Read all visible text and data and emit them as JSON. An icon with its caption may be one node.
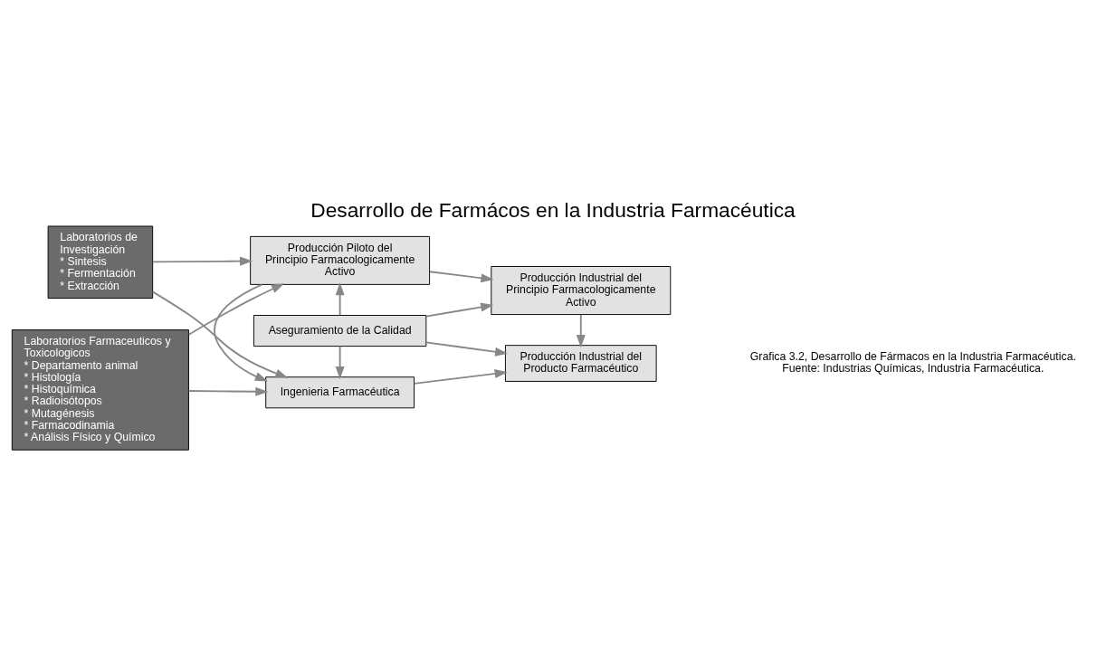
{
  "diagram": {
    "title": "Desarrollo de Farmácos en la Industria Farmacéutica",
    "caption": "Grafica 3.2, Desarrollo de Fármacos en la Industria Farmacéutica. Fuente: Industrias Químicas, Industria Farmacéutica.",
    "nodes": [
      {
        "text": [
          "Laboratorios de Investigación",
          "* Sintesis",
          "* Fermentación",
          "* Extracción"
        ]
      },
      {
        "text": [
          "Laboratorios Farmaceuticos y Toxicologicos",
          "* Departamento animal",
          "* Histología",
          "* Histoquímica",
          "* Radioisótopos",
          "* Mutagénesis",
          "* Farmacodinamia",
          "* Análisis Físico y Químico"
        ]
      },
      {
        "text": [
          "Producción Piloto del Principio Farmacologicamente Activo"
        ]
      },
      {
        "text": [
          "Producción Industrial del Principio Farmacologicamente Activo"
        ]
      },
      {
        "text": [
          "Aseguramiento de la Calidad"
        ]
      },
      {
        "text": [
          "Ingenieria Farmacéutica"
        ]
      },
      {
        "text": [
          "Producción Industrial del Producto Farmacéutico"
        ]
      }
    ],
    "edges": [
      {
        "from": 0,
        "to": 2,
        "arrow": "to"
      },
      {
        "from": 0,
        "to": 5,
        "arrow": "to"
      },
      {
        "from": 1,
        "to": 2,
        "arrow": "to"
      },
      {
        "from": 1,
        "to": 5,
        "arrow": "to"
      },
      {
        "from": 2,
        "to": 3,
        "arrow": "to"
      },
      {
        "from": 2,
        "to": 5,
        "arrow": "to"
      },
      {
        "from": 3,
        "to": 6,
        "arrow": "to"
      },
      {
        "from": 5,
        "to": 6,
        "arrow": "to"
      },
      {
        "from": 4,
        "to": 2,
        "arrow": "to"
      },
      {
        "from": 4,
        "to": 3,
        "arrow": "to"
      },
      {
        "from": 4,
        "to": 5,
        "arrow": "to"
      },
      {
        "from": 4,
        "to": 6,
        "arrow": "to"
      }
    ]
  }
}
